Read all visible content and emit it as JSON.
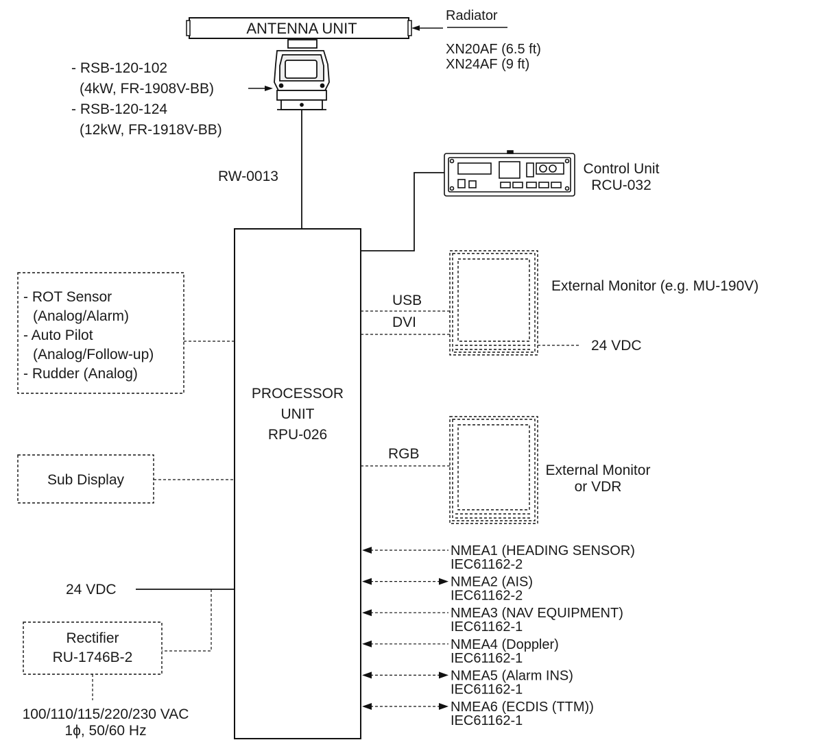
{
  "antenna": {
    "title": "ANTENNA UNIT",
    "radiator_label": "Radiator",
    "radiator_models": [
      "XN20AF (6.5 ft)",
      "XN24AF (9 ft)"
    ],
    "pedestal_models": [
      "- RSB-120-102",
      "(4kW, FR-1908V-BB)",
      "- RSB-120-124",
      "(12kW, FR-1918V-BB)"
    ]
  },
  "cable": {
    "label": "RW-0013"
  },
  "control_unit": {
    "lines": [
      "Control Unit",
      "RCU-032"
    ]
  },
  "processor": {
    "lines": [
      "PROCESSOR",
      "UNIT",
      "RPU-026"
    ]
  },
  "sensors": {
    "lines": [
      "- ROT Sensor",
      "(Analog/Alarm)",
      "- Auto Pilot",
      "(Analog/Follow-up)",
      "- Rudder (Analog)"
    ]
  },
  "sub_display": {
    "label": "Sub Display"
  },
  "monitor1": {
    "label": "External Monitor  (e.g. MU-190V)",
    "usb": "USB",
    "dvi": "DVI",
    "power": "24 VDC"
  },
  "monitor2": {
    "lines": [
      "External Monitor",
      "or VDR"
    ],
    "rgb": "RGB"
  },
  "power": {
    "dc_label": "24 VDC",
    "rectifier": [
      "Rectifier",
      "RU-1746B-2"
    ],
    "ac": [
      "100/110/115/220/230 VAC",
      "1ϕ, 50/60 Hz"
    ]
  },
  "nmea": [
    {
      "name": "NMEA1 (HEADING SENSOR)",
      "std": "IEC61162-2",
      "direction": "in"
    },
    {
      "name": "NMEA2 (AIS)",
      "std": "IEC61162-2",
      "direction": "both"
    },
    {
      "name": "NMEA3 (NAV EQUIPMENT)",
      "std": "IEC61162-1",
      "direction": "in"
    },
    {
      "name": "NMEA4 (Doppler)",
      "std": "IEC61162-1",
      "direction": "in"
    },
    {
      "name": "NMEA5 (Alarm INS)",
      "std": "IEC61162-1",
      "direction": "both"
    },
    {
      "name": "NMEA6 (ECDIS (TTM))",
      "std": "IEC61162-1",
      "direction": "both"
    }
  ]
}
